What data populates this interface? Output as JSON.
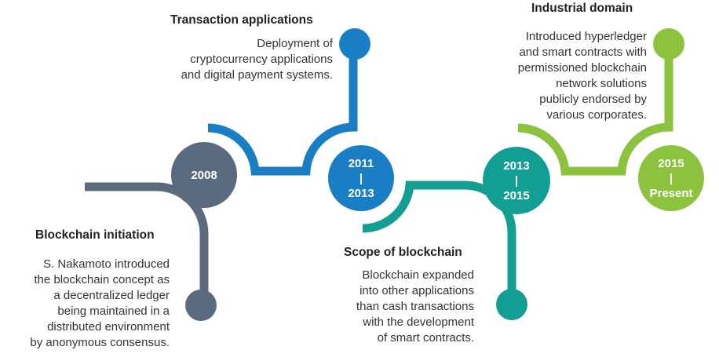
{
  "colors": {
    "slate": "#5a6b7f",
    "blue": "#1a7ec4",
    "teal": "#139e93",
    "green": "#8dc23f"
  },
  "stages": [
    {
      "label_line1": "2008",
      "label_line2": "",
      "label_line3": "",
      "title": "Blockchain initiation",
      "desc": [
        "S. Nakamoto introduced",
        "the blockchain concept as",
        "a decentralized ledger",
        "being maintained in a",
        "distributed environment",
        "by anonymous consensus."
      ]
    },
    {
      "label_line1": "2011",
      "label_line2": "|",
      "label_line3": "2013",
      "title": "Transaction applications",
      "desc": [
        "Deployment of",
        "cryptocurrency applications",
        "and digital payment systems."
      ]
    },
    {
      "label_line1": "2013",
      "label_line2": "|",
      "label_line3": "2015",
      "title": "Scope of blockchain",
      "desc": [
        "Blockchain expanded",
        "into other applications",
        "than cash transactions",
        "with the development",
        "of smart contracts."
      ]
    },
    {
      "label_line1": "2015",
      "label_line2": "|",
      "label_line3": "Present",
      "title": "Industrial domain",
      "desc": [
        "Introduced hyperledger",
        "and smart contracts with",
        "permissioned blockchain",
        "network solutions",
        "publicly endorsed by",
        "various corporates."
      ]
    }
  ]
}
